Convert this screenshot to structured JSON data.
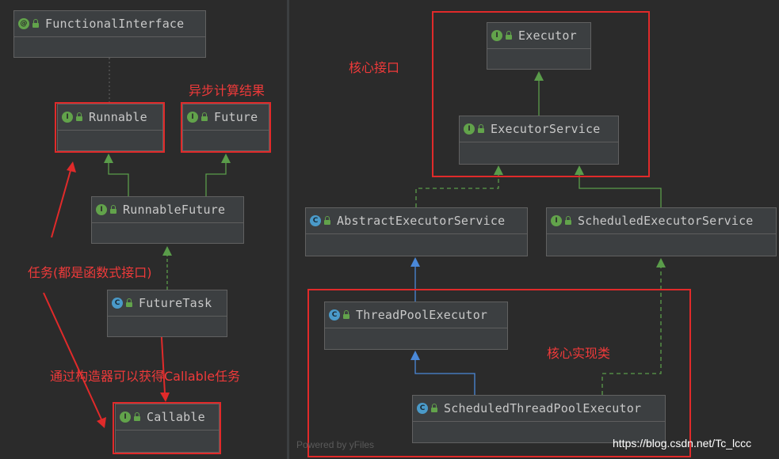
{
  "nodes": {
    "functional_interface": {
      "name": "FunctionalInterface",
      "icon": "annotation-icon",
      "badge": "@"
    },
    "runnable": {
      "name": "Runnable",
      "icon": "interface-icon",
      "badge": "I"
    },
    "future": {
      "name": "Future",
      "icon": "interface-icon",
      "badge": "I"
    },
    "runnable_future": {
      "name": "RunnableFuture",
      "icon": "interface-icon",
      "badge": "I"
    },
    "future_task": {
      "name": "FutureTask",
      "icon": "class-icon",
      "badge": "C"
    },
    "callable": {
      "name": "Callable",
      "icon": "interface-icon",
      "badge": "I"
    },
    "executor": {
      "name": "Executor",
      "icon": "interface-icon",
      "badge": "I"
    },
    "executor_service": {
      "name": "ExecutorService",
      "icon": "interface-icon",
      "badge": "I"
    },
    "abstract_executor_service": {
      "name": "AbstractExecutorService",
      "icon": "abstract-class-icon",
      "badge": "C"
    },
    "scheduled_executor_service": {
      "name": "ScheduledExecutorService",
      "icon": "interface-icon",
      "badge": "I"
    },
    "thread_pool_executor": {
      "name": "ThreadPoolExecutor",
      "icon": "class-icon",
      "badge": "C"
    },
    "scheduled_thread_pool_executor": {
      "name": "ScheduledThreadPoolExecutor",
      "icon": "class-icon",
      "badge": "C"
    }
  },
  "annotations": {
    "async_result": "异步计算结果",
    "core_interfaces": "核心接口",
    "tasks_note": "任务(都是函数式接口)",
    "callable_note": "通过构造器可以获得Callable任务",
    "core_impl": "核心实现类"
  },
  "colors": {
    "interface_edge": "#5a9c4a",
    "class_edge": "#4a88d8",
    "highlight": "#e02a2a"
  },
  "footer": {
    "powered_by": "Powered by yFiles",
    "source_url": "https://blog.csdn.net/Tc_lccc"
  }
}
